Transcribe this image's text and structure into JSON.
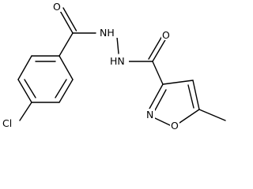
{
  "molecule": {
    "atom_labels": {
      "oxygen_1": "O",
      "nh_1": "NH",
      "nh_2": "HN",
      "oxygen_2": "O",
      "ring_nitrogen": "N",
      "ring_oxygen": "O",
      "chlorine": "Cl"
    },
    "colors": {
      "bond": "#000000",
      "label": "#000000",
      "background": "#ffffff"
    }
  }
}
